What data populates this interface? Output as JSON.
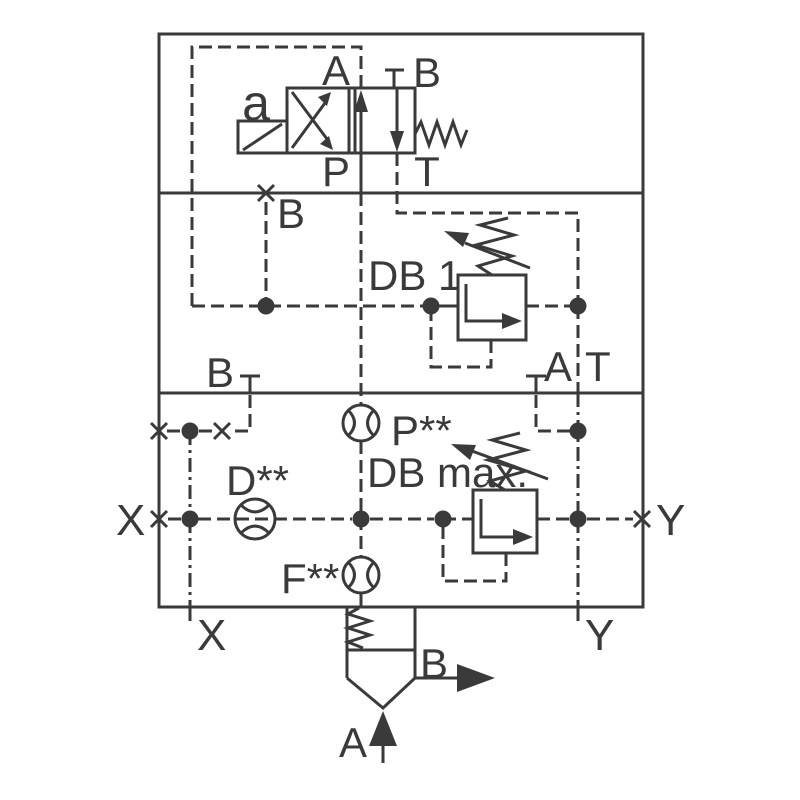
{
  "colors": {
    "line": "#3a3a3a",
    "background": "#ffffff"
  },
  "pilot_valve": {
    "solenoid": "a",
    "port_a": "A",
    "port_b": "B",
    "port_p": "P",
    "port_t": "T"
  },
  "plate_db1": {
    "breather_b": "B",
    "relief_label": "DB 1",
    "port_b": "B",
    "port_a": "A",
    "port_t": "T"
  },
  "plate_main": {
    "gauge_p": "P**",
    "relief_label": "DB max.",
    "gauge_d": "D**",
    "gauge_f": "F**",
    "port_x": "X",
    "port_y": "Y"
  },
  "bottom_ports": {
    "x": "X",
    "y": "Y"
  },
  "check_valve": {
    "port_b": "B",
    "port_a": "A"
  }
}
